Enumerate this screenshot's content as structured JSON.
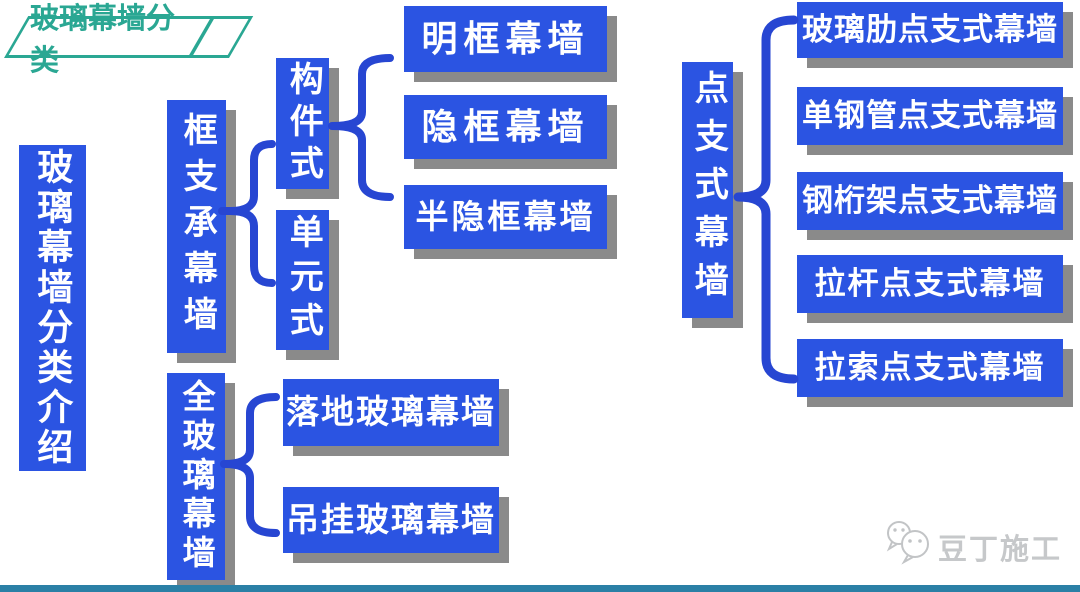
{
  "banner": {
    "title": "玻璃幕墙分类"
  },
  "sidebar_title": "玻璃幕墙分类介绍",
  "tree": {
    "frame_supported": {
      "label": "框支承幕墙",
      "children": {
        "component": {
          "label": "构件式",
          "children": [
            "明框幕墙",
            "隐框幕墙",
            "半隐框幕墙"
          ]
        },
        "unit": {
          "label": "单元式"
        }
      }
    },
    "all_glass": {
      "label": "全玻璃幕墙",
      "children": [
        "落地玻璃幕墙",
        "吊挂玻璃幕墙"
      ]
    },
    "point_supported": {
      "label": "点支式幕墙",
      "children": [
        "玻璃肋点支式幕墙",
        "单钢管点支式幕墙",
        "钢桁架点支式幕墙",
        "拉杆点支式幕墙",
        "拉索点支式幕墙"
      ]
    }
  },
  "watermark": {
    "brand": "豆丁施工",
    "icon": "chat-bubbles-icon"
  },
  "colors": {
    "node_blue": "#2B54E2",
    "brace_blue": "#2746D2",
    "banner_teal": "#2AA793",
    "shadow_gray": "#8A8A8A",
    "footer_bar": "#2B80A6",
    "watermark_gray": "#C6C8CA"
  }
}
